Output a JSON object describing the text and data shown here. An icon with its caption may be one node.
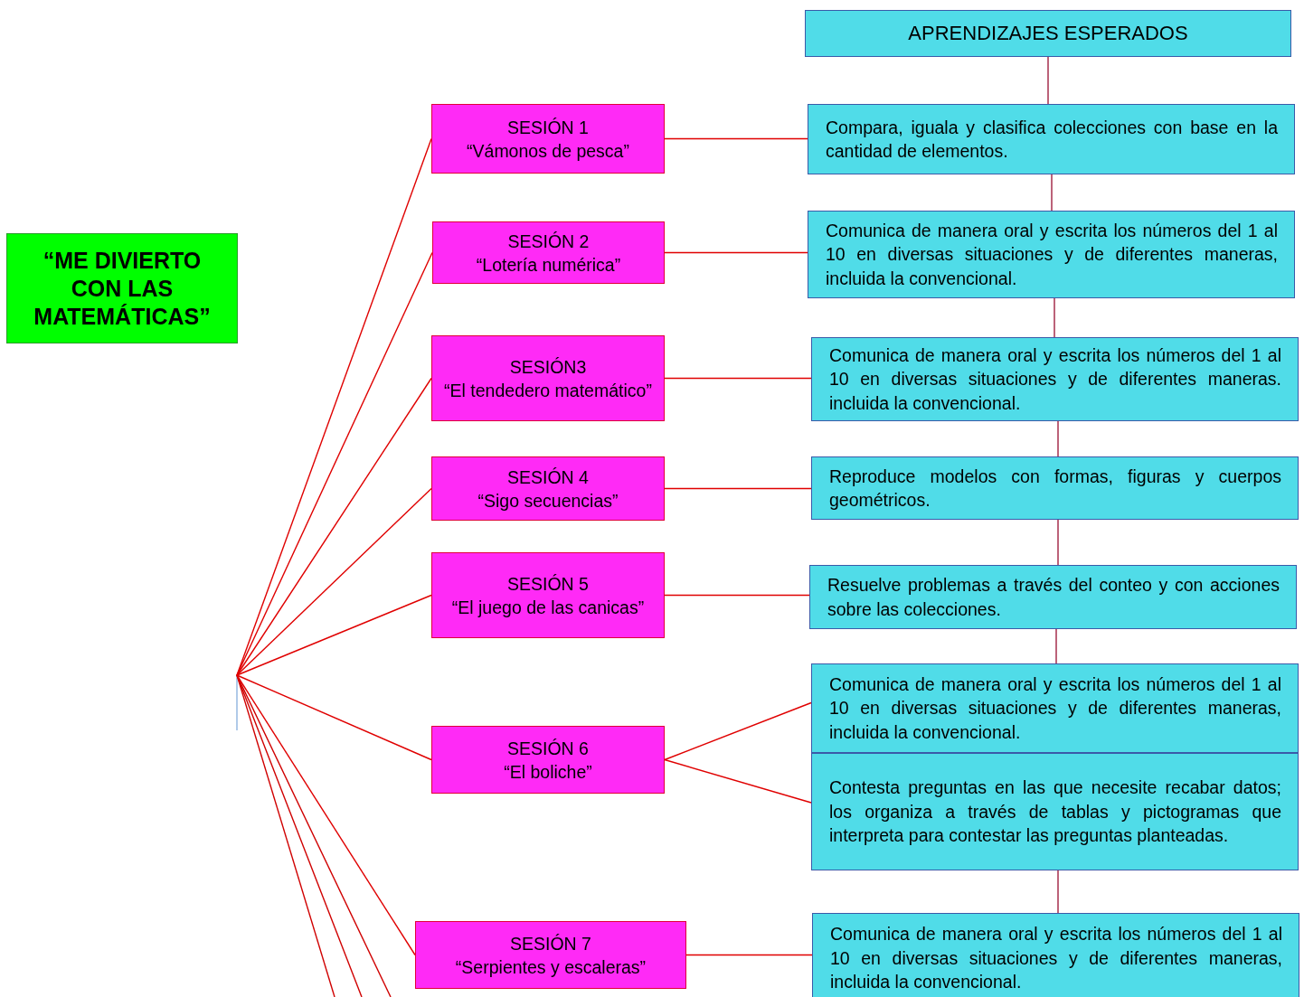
{
  "diagram": {
    "nodes": [
      {
        "text": [
          "“ME DIVIERTO CON LAS MATEMÁTICAS”"
        ]
      },
      {
        "text": [
          "APRENDIZAJES ESPERADOS"
        ]
      },
      {
        "text": [
          "SESIÓN 1",
          "“Vámonos de pesca”"
        ]
      },
      {
        "text": [
          "Compara, iguala y clasifica colecciones con base en la cantidad de elementos."
        ]
      },
      {
        "text": [
          "SESIÓN 2",
          "“Lotería numérica”"
        ]
      },
      {
        "text": [
          "Comunica de manera oral y escrita los números del 1 al 10 en diversas situaciones y de diferentes maneras, incluida la convencional."
        ]
      },
      {
        "text": [
          "SESIÓN3",
          "“El tendedero matemático”"
        ]
      },
      {
        "text": [
          "Comunica de manera oral y escrita los números del 1 al 10 en diversas situaciones y de diferentes maneras. incluida la convencional."
        ]
      },
      {
        "text": [
          "SESIÓN 4",
          "“Sigo secuencias”"
        ]
      },
      {
        "text": [
          "Reproduce modelos con formas, figuras y cuerpos geométricos."
        ]
      },
      {
        "text": [
          "SESIÓN 5",
          "“El juego de las canicas”"
        ]
      },
      {
        "text": [
          "Resuelve problemas a través del conteo y con acciones sobre las colecciones."
        ]
      },
      {
        "text": [
          "SESIÓN 6",
          "“El boliche”"
        ]
      },
      {
        "text": [
          "Comunica de manera oral y escrita los números del 1 al 10 en diversas situaciones y de diferentes maneras, incluida la convencional."
        ]
      },
      {
        "text": [
          "Contesta preguntas en las que necesite recabar datos; los organiza a través de tablas y pictogramas que interpreta para contestar las preguntas planteadas."
        ]
      },
      {
        "text": [
          "SESIÓN 7",
          "“Serpientes y escaleras”"
        ]
      },
      {
        "text": [
          "Comunica de manera oral y escrita los números del 1 al 10 en diversas situaciones y de diferentes maneras, incluida la convencional."
        ]
      }
    ],
    "edges": [
      {
        "from": null,
        "to": 2,
        "arrow": "none"
      },
      {
        "from": null,
        "to": 4,
        "arrow": "none"
      },
      {
        "from": null,
        "to": 6,
        "arrow": "none"
      },
      {
        "from": null,
        "to": 8,
        "arrow": "none"
      },
      {
        "from": null,
        "to": 10,
        "arrow": "none"
      },
      {
        "from": null,
        "to": 12,
        "arrow": "none"
      },
      {
        "from": null,
        "to": 15,
        "arrow": "none"
      },
      {
        "from": 2,
        "to": 3,
        "arrow": "none"
      },
      {
        "from": 4,
        "to": 5,
        "arrow": "none"
      },
      {
        "from": 6,
        "to": 7,
        "arrow": "none"
      },
      {
        "from": 8,
        "to": 9,
        "arrow": "none"
      },
      {
        "from": 10,
        "to": 11,
        "arrow": "none"
      },
      {
        "from": 12,
        "to": 13,
        "arrow": "none"
      },
      {
        "from": 12,
        "to": 14,
        "arrow": "none"
      },
      {
        "from": 15,
        "to": 16,
        "arrow": "none"
      },
      {
        "from": 1,
        "to": 3,
        "arrow": "none",
        "color": "#a02040"
      },
      {
        "from": 3,
        "to": 5,
        "arrow": "none",
        "color": "#a02040"
      },
      {
        "from": 5,
        "to": 7,
        "arrow": "none",
        "color": "#a02040"
      },
      {
        "from": 7,
        "to": 9,
        "arrow": "none",
        "color": "#a02040"
      },
      {
        "from": 9,
        "to": 11,
        "arrow": "none",
        "color": "#a02040"
      },
      {
        "from": 11,
        "to": 13,
        "arrow": "none",
        "color": "#a02040"
      },
      {
        "from": 14,
        "to": 16,
        "arrow": "none",
        "color": "#a02040"
      }
    ]
  }
}
